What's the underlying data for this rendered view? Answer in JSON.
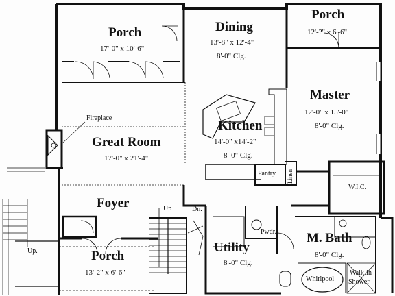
{
  "rooms": {
    "porch_top": {
      "name": "Porch",
      "dims": "17'-0\" x 10'-6\""
    },
    "dining": {
      "name": "Dining",
      "dims": "13'-8\" x 12'-4\"",
      "ceiling": "8'-0\" Clg."
    },
    "porch_right": {
      "name": "Porch",
      "dims": "12'-?\" x 6'-6\""
    },
    "master": {
      "name": "Master",
      "dims": "12'-0\" x 15'-0\"",
      "ceiling": "8'-0\" Clg."
    },
    "kitchen": {
      "name": "Kitchen",
      "dims": "14'-0\" x14'-2\"",
      "ceiling": "8'-0\" Clg."
    },
    "great_room": {
      "name": "Great Room",
      "dims": "17'-0\" x 21'-4\""
    },
    "foyer": {
      "name": "Foyer"
    },
    "porch_bottom": {
      "name": "Porch",
      "dims": "13'-2\" x 6'-6\""
    },
    "utility": {
      "name": "Utility",
      "ceiling": "8'-0\" Clg."
    },
    "m_bath": {
      "name": "M. Bath",
      "ceiling": "8'-0\" Clg."
    }
  },
  "labels": {
    "fireplace": "Fireplace",
    "pantry": "Pantry",
    "linen": "Linen",
    "wic": "W.I.C.",
    "pwdr": "Pwdr.",
    "whirlpool": "Whirlpool",
    "walk_in_shower": [
      "Walk-in",
      "Shower"
    ],
    "up_stairs": "Up",
    "down_stairs": "Dn.",
    "up_left": "Up."
  },
  "colors": {
    "ink": "#111111",
    "paper": "#fdfdfd",
    "wall_fill": "#222222"
  }
}
